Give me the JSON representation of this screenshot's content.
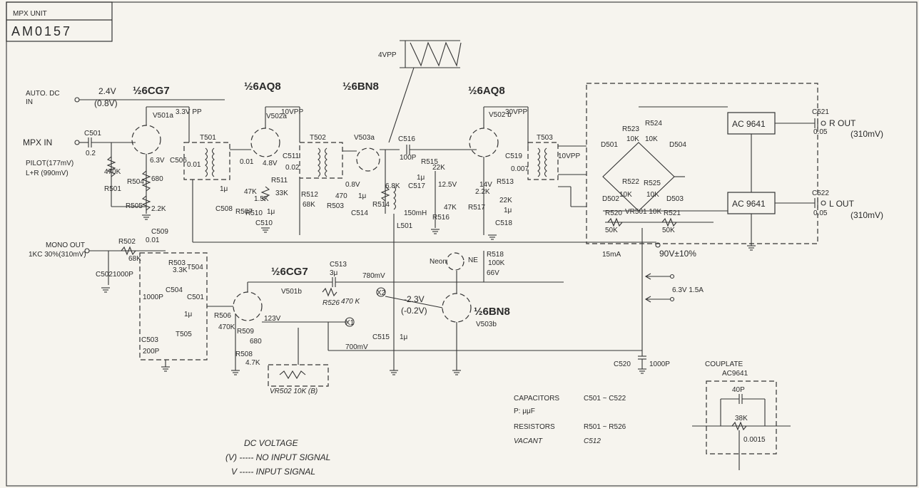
{
  "title_block": {
    "unit_label": "MPX UNIT",
    "model": "AM0157"
  },
  "tubes": {
    "v501a_type": "½6CG7",
    "v502a_type": "½6AQ8",
    "v503a_type": "½6BN8",
    "v502b_type": "½6AQ8",
    "v501b_type": "½6CG7",
    "v503b_type": "½6BN8"
  },
  "tube_refs": {
    "v501a": "V501a",
    "v502a": "V502a",
    "v503a": "V503a",
    "v502b": "V502 b",
    "v501b": "V501b",
    "v503b": "V503b"
  },
  "inputs": {
    "auto_dc_line1": "AUTO. DC",
    "auto_dc_line2": "IN",
    "auto_dc_v1": "2.4V",
    "auto_dc_v2": "(0.8V)",
    "mpx_in": "MPX IN",
    "pilot_line1": "PILOT(177mV)",
    "pilot_line2": "L+R (990mV)",
    "mono_out_line1": "MONO OUT",
    "mono_out_line2": "1KC 30%(310mV)"
  },
  "outputs": {
    "r_out": "R OUT",
    "r_out_level": "(310mV)",
    "l_out": "L OUT",
    "l_out_level": "(310mV)",
    "c521": "C521",
    "c521_val": "0.05",
    "c522": "C522",
    "c522_val": "0.05"
  },
  "waveform": {
    "label": "4VPP"
  },
  "levels": {
    "v501a_pp": "3.3V PP",
    "v502a_pp": "10VPP",
    "v502b_pp": "30VPP",
    "t503_pp": "10VPP",
    "v_6_3": "6.3V",
    "v_4_8": "4.8V",
    "v_0_8": "0.8V",
    "v_12_5": "12.5V",
    "v_14": "14V",
    "v_123": "123V",
    "mv_780": "780mV",
    "mv_700": "700mV",
    "neg_2_3": "-2.3V",
    "neg_0_2": "(-0.2V)",
    "current": "15mA",
    "b_plus": "90V±10%",
    "heater": "6.3V 1.5A",
    "neon_66v": "66V"
  },
  "components": {
    "c501": "C501",
    "c501_val": "0.2",
    "r501": "R501",
    "r501_val": "470K",
    "r504": "R504",
    "r504_val": "680",
    "r505": "R505",
    "r505_val": "2.2K",
    "c506": "C506",
    "c506_val": "0.01",
    "t501": "T501",
    "c507_val": "0.01",
    "c508": "C508",
    "c508_val": "1μ",
    "r507": "R507",
    "r507_val": "47K",
    "r510": "R510",
    "r510_val": "1.5K",
    "r511": "R511",
    "r511_val": "33K",
    "c510": "C510",
    "c510_val": "1μ",
    "c511": "C511",
    "c511_val": "0.02",
    "t502": "T502",
    "r512": "R512",
    "r512_val": "68K",
    "r503": "R503",
    "r503_val": "470",
    "c514": "C514",
    "c514_val": "1μ",
    "r514": "R514",
    "r514_val": "6.8K",
    "l501": "L501",
    "l501_val": "150mH",
    "c516": "C516",
    "c516_val": "100P",
    "r515": "R515",
    "r515_val": "22K",
    "c517": "C517",
    "c517_val": "1μ",
    "r516": "R516",
    "r516_val": "47K",
    "r517": "R517",
    "r517_val": "2.2K",
    "r513": "R513",
    "r513_val": "22K",
    "c518": "C518",
    "c518_val": "1μ",
    "c519": "C519",
    "c519_val": "0.007",
    "t503": "T503",
    "r502": "R502",
    "r502_val": "68K",
    "c502": "C502",
    "c502_val": "1000P",
    "c509": "C509",
    "c509_val": "0.01",
    "r503b": "R503",
    "r503b_val": "3.3K",
    "t504": "T504",
    "c504": "C504",
    "c504_val": "1000P",
    "c503": "C503",
    "c503_val": "200P",
    "t505": "T505",
    "c501b": "C501",
    "c501b_val": "1μ",
    "r506": "R506",
    "r506_val": "470K",
    "r509": "R509",
    "r509_val": "680",
    "r508": "R508",
    "r508_val": "4.7K",
    "c513": "C513",
    "c513_val": "3μ",
    "r526": "R526",
    "r526_val": "470 K",
    "c515": "C515",
    "c515_val": "1μ",
    "c520": "C520",
    "c520_val": "1000P",
    "vr502": "VR502 10K (B)",
    "r518": "R518",
    "r518_val": "100K",
    "neon": "Neon",
    "ne": "NE",
    "x1": "X1",
    "x2": "X2"
  },
  "matrix": {
    "d501": "D501",
    "d502": "D502",
    "d503": "D503",
    "d504": "D504",
    "r523": "R523",
    "r523_val": "10K",
    "r524": "R524",
    "r524_val": "10K",
    "r522": "R522",
    "r522_val": "10K",
    "r525": "R525",
    "r525_val": "10K",
    "r520": "R520",
    "r520_val": "50K",
    "vr501": "VR501 10K",
    "r521": "R521",
    "r521_val": "50K",
    "ac_top": "AC 9641",
    "ac_bottom": "AC 9641"
  },
  "legend": {
    "dc_title": "DC VOLTAGE",
    "no_signal": "(V) ----- NO INPUT SIGNAL",
    "with_signal": "V ----- INPUT SIGNAL"
  },
  "notes": {
    "capacitors_label": "CAPACITORS",
    "capacitors_range": "C501 ~ C522",
    "p_unit": "P: μμF",
    "resistors_label": "RESISTORS",
    "resistors_range": "R501 ~ R526",
    "vacant_label": "VACANT",
    "vacant_value": "C512"
  },
  "couplate": {
    "title": "COUPLATE",
    "model": "AC9641",
    "cap": "40P",
    "res": "38K",
    "cap2": "0.0015"
  }
}
